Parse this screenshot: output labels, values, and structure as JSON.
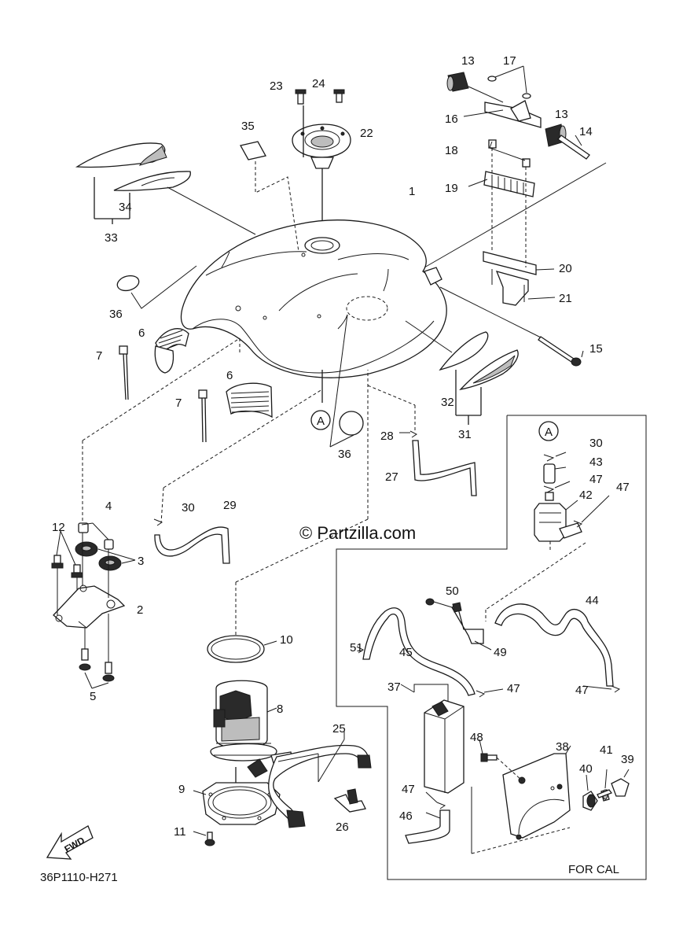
{
  "watermark": "© Partzilla.com",
  "diagram_code": "36P1110-H271",
  "cal_box_label": "FOR CAL",
  "fwd_label": "FWD",
  "callout_letter": "A",
  "part_numbers": {
    "p1": "1",
    "p2": "2",
    "p3": "3",
    "p4": "4",
    "p5": "5",
    "p6a": "6",
    "p6b": "6",
    "p7a": "7",
    "p7b": "7",
    "p8": "8",
    "p9": "9",
    "p10": "10",
    "p11": "11",
    "p12": "12",
    "p13a": "13",
    "p13b": "13",
    "p14": "14",
    "p15": "15",
    "p16": "16",
    "p17": "17",
    "p18": "18",
    "p19": "19",
    "p20": "20",
    "p21": "21",
    "p22": "22",
    "p23": "23",
    "p24": "24",
    "p25": "25",
    "p26": "26",
    "p27": "27",
    "p28": "28",
    "p29": "29",
    "p30a": "30",
    "p30b": "30",
    "p31": "31",
    "p32": "32",
    "p33": "33",
    "p34": "34",
    "p35": "35",
    "p36a": "36",
    "p36b": "36",
    "p37": "37",
    "p38": "38",
    "p39": "39",
    "p40": "40",
    "p41": "41",
    "p42": "42",
    "p43": "43",
    "p44": "44",
    "p45": "45",
    "p46": "46",
    "p47a": "47",
    "p47b": "47",
    "p47c": "47",
    "p47d": "47",
    "p47e": "47",
    "p48": "48",
    "p49": "49",
    "p50": "50",
    "p51": "51"
  }
}
